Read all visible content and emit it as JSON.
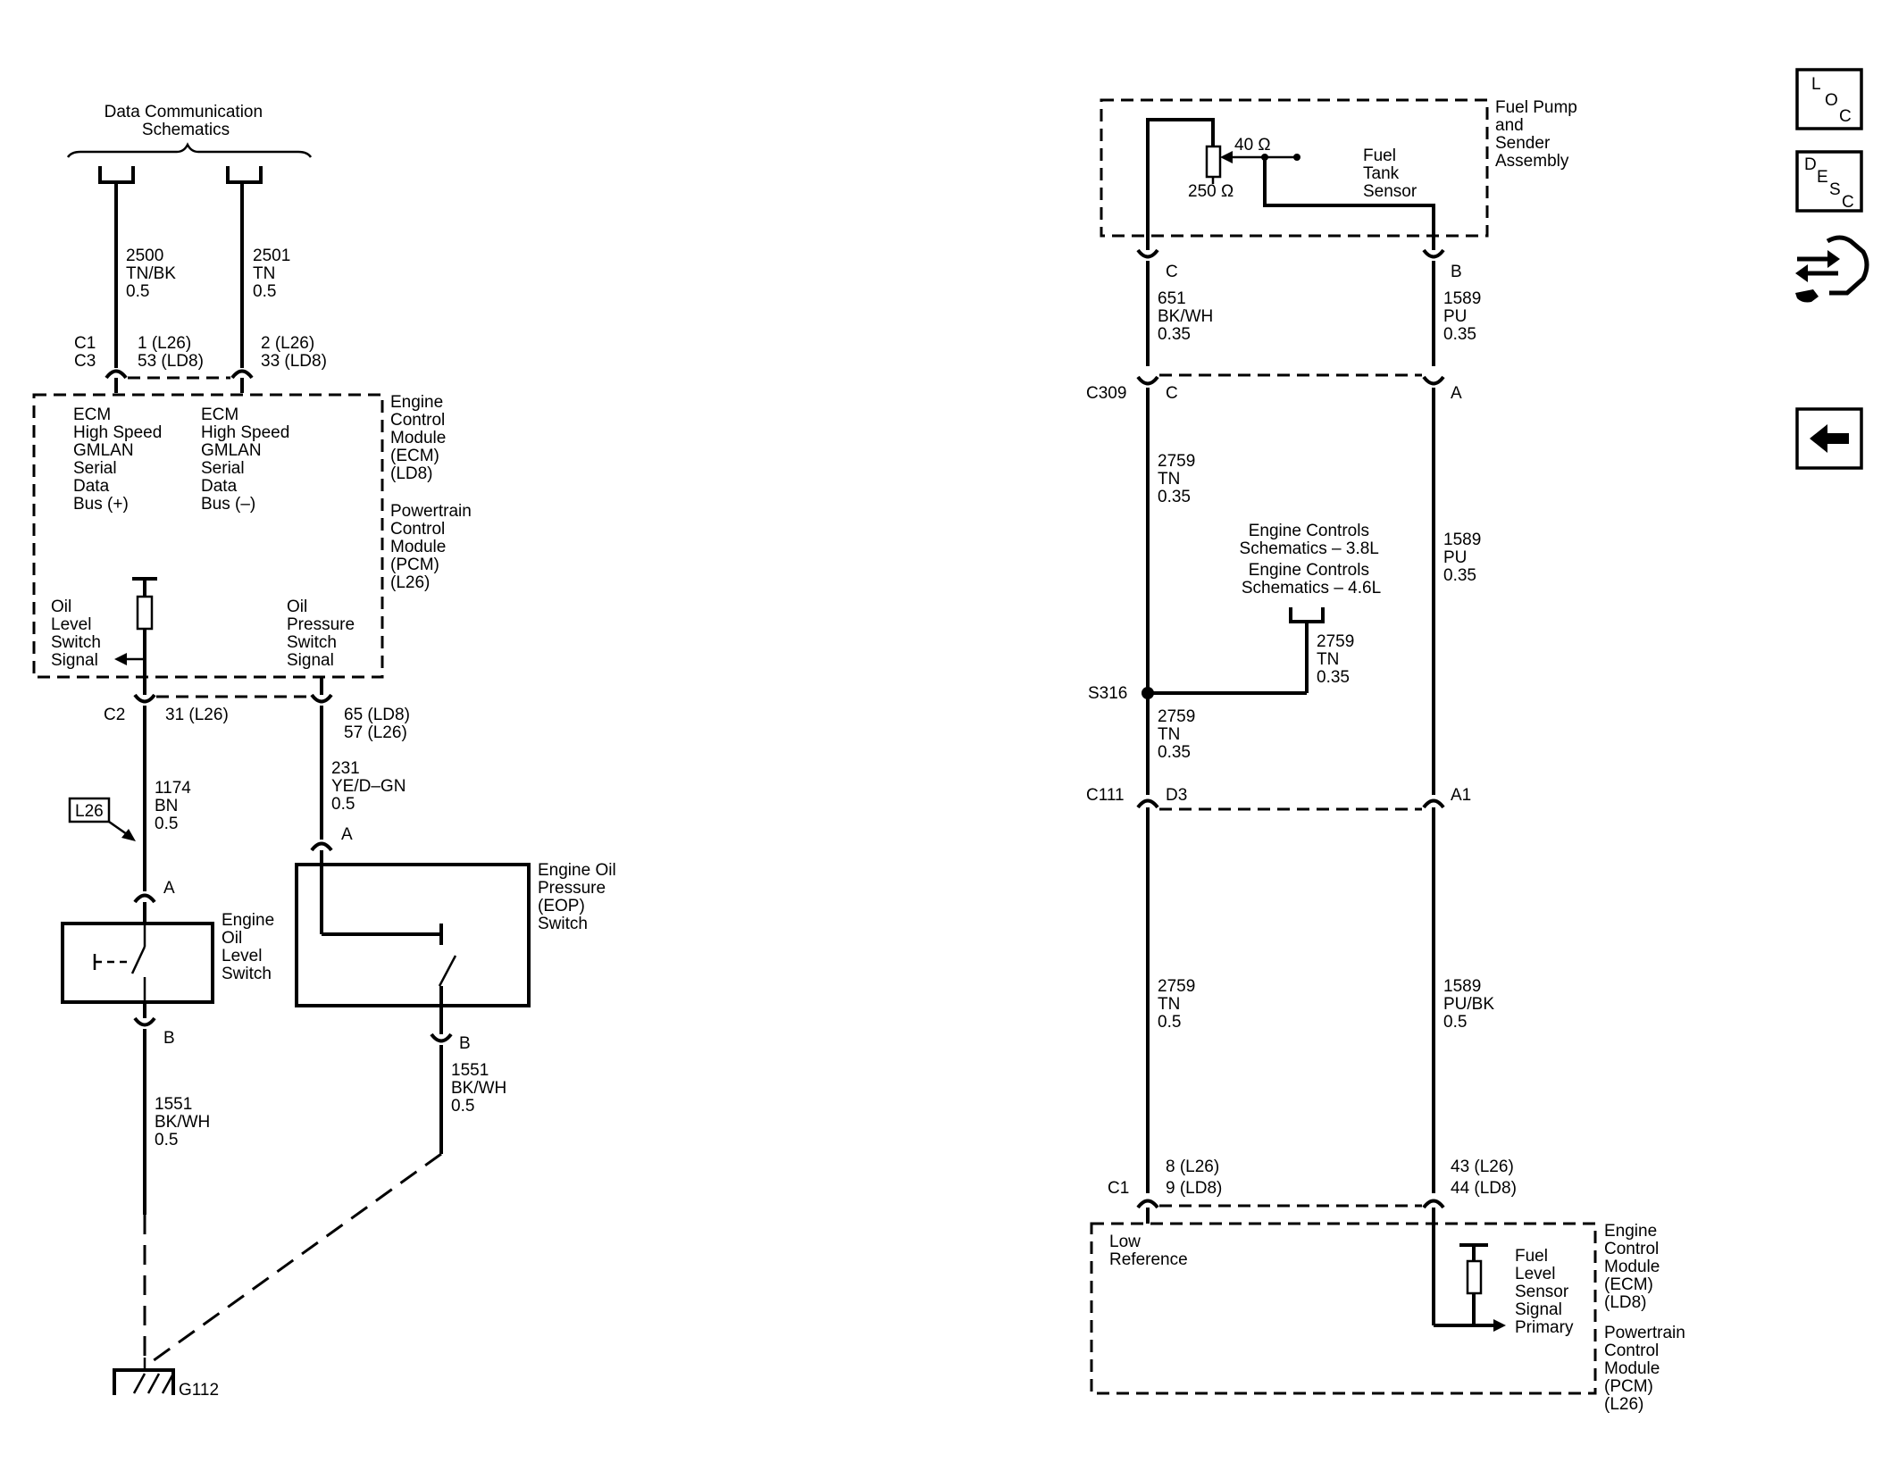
{
  "left": {
    "data_comm": [
      "Data Communication",
      "Schematics"
    ],
    "wire_2500": [
      "2500",
      "TN/BK",
      "0.5"
    ],
    "wire_2501": [
      "2501",
      "TN",
      "0.5"
    ],
    "conn_c1c3": [
      "C1",
      "C3"
    ],
    "pin_1": [
      "1 (L26)",
      "53 (LD8)"
    ],
    "pin_2": [
      "2 (L26)",
      "33 (LD8)"
    ],
    "ecm_lines": [
      "Engine",
      "Control",
      "Module",
      "(ECM)",
      "(LD8)"
    ],
    "pcm_lines": [
      "Powertrain",
      "Control",
      "Module",
      "(PCM)",
      "(L26)"
    ],
    "bus_plus": [
      "ECM",
      "High Speed",
      "GMLAN",
      "Serial",
      "Data",
      "Bus (+)"
    ],
    "bus_minus": [
      "ECM",
      "High Speed",
      "GMLAN",
      "Serial",
      "Data",
      "Bus (–)"
    ],
    "oil_level_signal": [
      "Oil",
      "Level",
      "Switch",
      "Signal"
    ],
    "oil_pressure_signal": [
      "Oil",
      "Pressure",
      "Switch",
      "Signal"
    ],
    "conn_c2": "C2",
    "pin_31": "31 (L26)",
    "pin_65": [
      "65 (LD8)",
      "57 (L26)"
    ],
    "wire_1174": [
      "1174",
      "BN",
      "0.5"
    ],
    "wire_231": [
      "231",
      "YE/D–GN",
      "0.5"
    ],
    "l26_badge": "L26",
    "pin_a1": "A",
    "pin_a2": "A",
    "level_switch": [
      "Engine",
      "Oil",
      "Level",
      "Switch"
    ],
    "eop_switch": [
      "Engine Oil",
      "Pressure",
      "(EOP)",
      "Switch"
    ],
    "pin_b1": "B",
    "pin_b2": "B",
    "wire_1551a": [
      "1551",
      "BK/WH",
      "0.5"
    ],
    "wire_1551b": [
      "1551",
      "BK/WH",
      "0.5"
    ],
    "ground": "G112"
  },
  "right": {
    "fuel_pump": [
      "Fuel Pump",
      "and",
      "Sender",
      "Assembly"
    ],
    "res_40": "40 Ω",
    "res_250": "250 Ω",
    "tank_sensor": [
      "Fuel",
      "Tank",
      "Sensor"
    ],
    "pin_c": "C",
    "pin_b": "B",
    "wire_651": [
      "651",
      "BK/WH",
      "0.35"
    ],
    "wire_1589a": [
      "1589",
      "PU",
      "0.35"
    ],
    "conn_c309": "C309",
    "pin_c309_c": "C",
    "pin_c309_a": "A",
    "wire_2759a": [
      "2759",
      "TN",
      "0.35"
    ],
    "wire_1589b": [
      "1589",
      "PU",
      "0.35"
    ],
    "engine_controls": [
      "Engine Controls",
      "Schematics – 3.8L",
      "Engine Controls",
      "Schematics – 4.6L"
    ],
    "wire_2759b": [
      "2759",
      "TN",
      "0.35"
    ],
    "splice": "S316",
    "wire_2759c": [
      "2759",
      "TN",
      "0.35"
    ],
    "conn_c111": "C111",
    "pin_d3": "D3",
    "pin_a1": "A1",
    "wire_2759d": [
      "2759",
      "TN",
      "0.5"
    ],
    "wire_1589c": [
      "1589",
      "PU/BK",
      "0.5"
    ],
    "pin_8": [
      "8 (L26)",
      "9 (LD8)"
    ],
    "pin_43": [
      "43 (L26)",
      "44 (LD8)"
    ],
    "conn_c1": "C1",
    "low_ref": [
      "Low",
      "Reference"
    ],
    "fuel_level_signal": [
      "Fuel",
      "Level",
      "Sensor",
      "Signal",
      "Primary"
    ],
    "ecm_lines": [
      "Engine",
      "Control",
      "Module",
      "(ECM)",
      "(LD8)"
    ],
    "pcm_lines": [
      "Powertrain",
      "Control",
      "Module",
      "(PCM)",
      "(L26)"
    ]
  },
  "nav": {
    "loc": [
      "L",
      "O",
      "C"
    ],
    "desc": [
      "D",
      "E",
      "S",
      "C"
    ]
  }
}
